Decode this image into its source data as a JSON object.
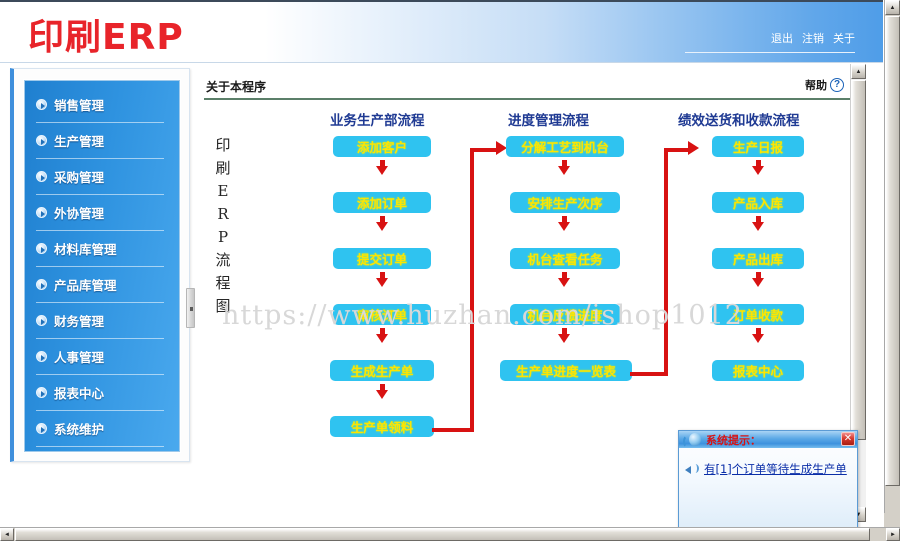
{
  "header": {
    "logo": "印刷ERP",
    "nav": [
      {
        "label": "退出"
      },
      {
        "label": "注销"
      },
      {
        "label": "关于"
      }
    ]
  },
  "sidebar": {
    "items": [
      {
        "label": "销售管理"
      },
      {
        "label": "生产管理"
      },
      {
        "label": "采购管理"
      },
      {
        "label": "外协管理"
      },
      {
        "label": "材料库管理"
      },
      {
        "label": "产品库管理"
      },
      {
        "label": "财务管理"
      },
      {
        "label": "人事管理"
      },
      {
        "label": "报表中心"
      },
      {
        "label": "系统维护"
      }
    ]
  },
  "content": {
    "title": "关于本程序",
    "help_label": "帮助",
    "help_icon_glyph": "?",
    "vertical_label": "印刷ERP流程图",
    "watermark": "https://www.huzhan.com/ishop1012"
  },
  "flowchart": {
    "columns": [
      {
        "heading": "业务生产部流程",
        "nodes": [
          {
            "label": "添加客户"
          },
          {
            "label": "添加订单"
          },
          {
            "label": "提交订单"
          },
          {
            "label": "审核订单"
          },
          {
            "label": "生成生产单"
          },
          {
            "label": "生产单领料"
          }
        ]
      },
      {
        "heading": "进度管理流程",
        "nodes": [
          {
            "label": "分解工艺到机台"
          },
          {
            "label": "安排生产次序"
          },
          {
            "label": "机台查看任务"
          },
          {
            "label": "机台反馈进度"
          },
          {
            "label": "生产单进度一览表"
          }
        ]
      },
      {
        "heading": "绩效送货和收款流程",
        "nodes": [
          {
            "label": "生产日报"
          },
          {
            "label": "产品入库"
          },
          {
            "label": "产品出库"
          },
          {
            "label": "订单收款"
          },
          {
            "label": "报表中心"
          }
        ]
      }
    ],
    "colors": {
      "node_bg": "#2fc3f0",
      "node_text": "#ffe400",
      "arrow": "#d81212",
      "heading": "#1f3a93"
    }
  },
  "popup": {
    "title": "系统提示：",
    "close_label": "✕",
    "message": "有[1]个订单等待生成生产单"
  },
  "scrollbars": {
    "up_glyph": "▲",
    "down_glyph": "▼",
    "left_glyph": "◄",
    "right_glyph": "►"
  }
}
